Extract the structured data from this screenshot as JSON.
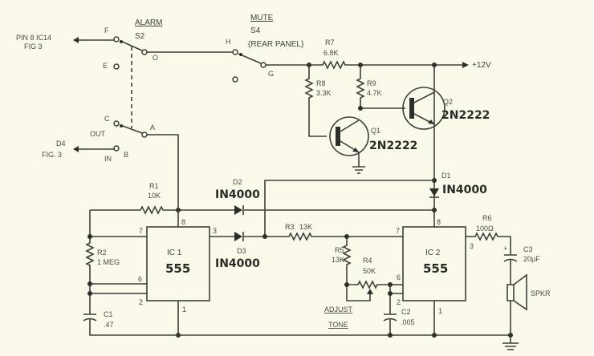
{
  "switches": {
    "s2_title": "ALARM",
    "s2_name": "S2",
    "s4_title": "MUTE",
    "s4_name": "S4",
    "s4_note": "(REAR PANEL)",
    "terminals": {
      "F": "F",
      "E": "E",
      "O": "O",
      "C": "C",
      "A": "A",
      "B": "B",
      "H": "H",
      "G": "G"
    },
    "out_label": "OUT",
    "in_label": "IN"
  },
  "connections": {
    "pin8_ref_line1": "PIN 8 IC14",
    "pin8_ref_line2": "FIG 3",
    "d4_ref_line1": "D4",
    "d4_ref_line2": "FIG. 3",
    "supply": "+12V"
  },
  "components": {
    "R1": {
      "name": "R1",
      "value": "10K"
    },
    "R2": {
      "name": "R2",
      "value": "1 MEG"
    },
    "R3": {
      "name": "R3",
      "value": "13K"
    },
    "R4": {
      "name": "R4",
      "value": "50K"
    },
    "R5": {
      "name": "R5",
      "value": "13K"
    },
    "R6": {
      "name": "R6",
      "value": "100Ω"
    },
    "R7": {
      "name": "R7",
      "value": "6.8K"
    },
    "R8": {
      "name": "R8",
      "value": "3.3K"
    },
    "R9": {
      "name": "R9",
      "value": "4.7K"
    },
    "C1": {
      "name": "C1",
      "value": ".47"
    },
    "C2": {
      "name": "C2",
      "value": ".005"
    },
    "C3": {
      "name": "C3",
      "value": "20µF",
      "polarity": "+"
    },
    "D1": {
      "name": "D1",
      "value": "IN4000"
    },
    "D2": {
      "name": "D2",
      "value": "IN4000"
    },
    "D3": {
      "name": "D3",
      "value": "IN4000"
    },
    "Q1": {
      "name": "Q1",
      "value": "2N2222"
    },
    "Q2": {
      "name": "Q2",
      "value": "2N2222"
    },
    "IC1": {
      "name": "IC 1",
      "value": "555",
      "pins": {
        "p8": "8",
        "p7": "7",
        "p3": "3",
        "p6": "6",
        "p2": "2",
        "p1": "1"
      }
    },
    "IC2": {
      "name": "IC 2",
      "value": "555",
      "pins": {
        "p8": "8",
        "p7": "7",
        "p3": "3",
        "p6": "6",
        "p2": "2",
        "p1": "1"
      }
    },
    "SPKR": {
      "name": "SPKR"
    }
  },
  "adjust_label_line1": "ADJUST",
  "adjust_label_line2": "TONE",
  "colors": {
    "background": "#fbfaea",
    "ink": "#3e3e3a"
  }
}
